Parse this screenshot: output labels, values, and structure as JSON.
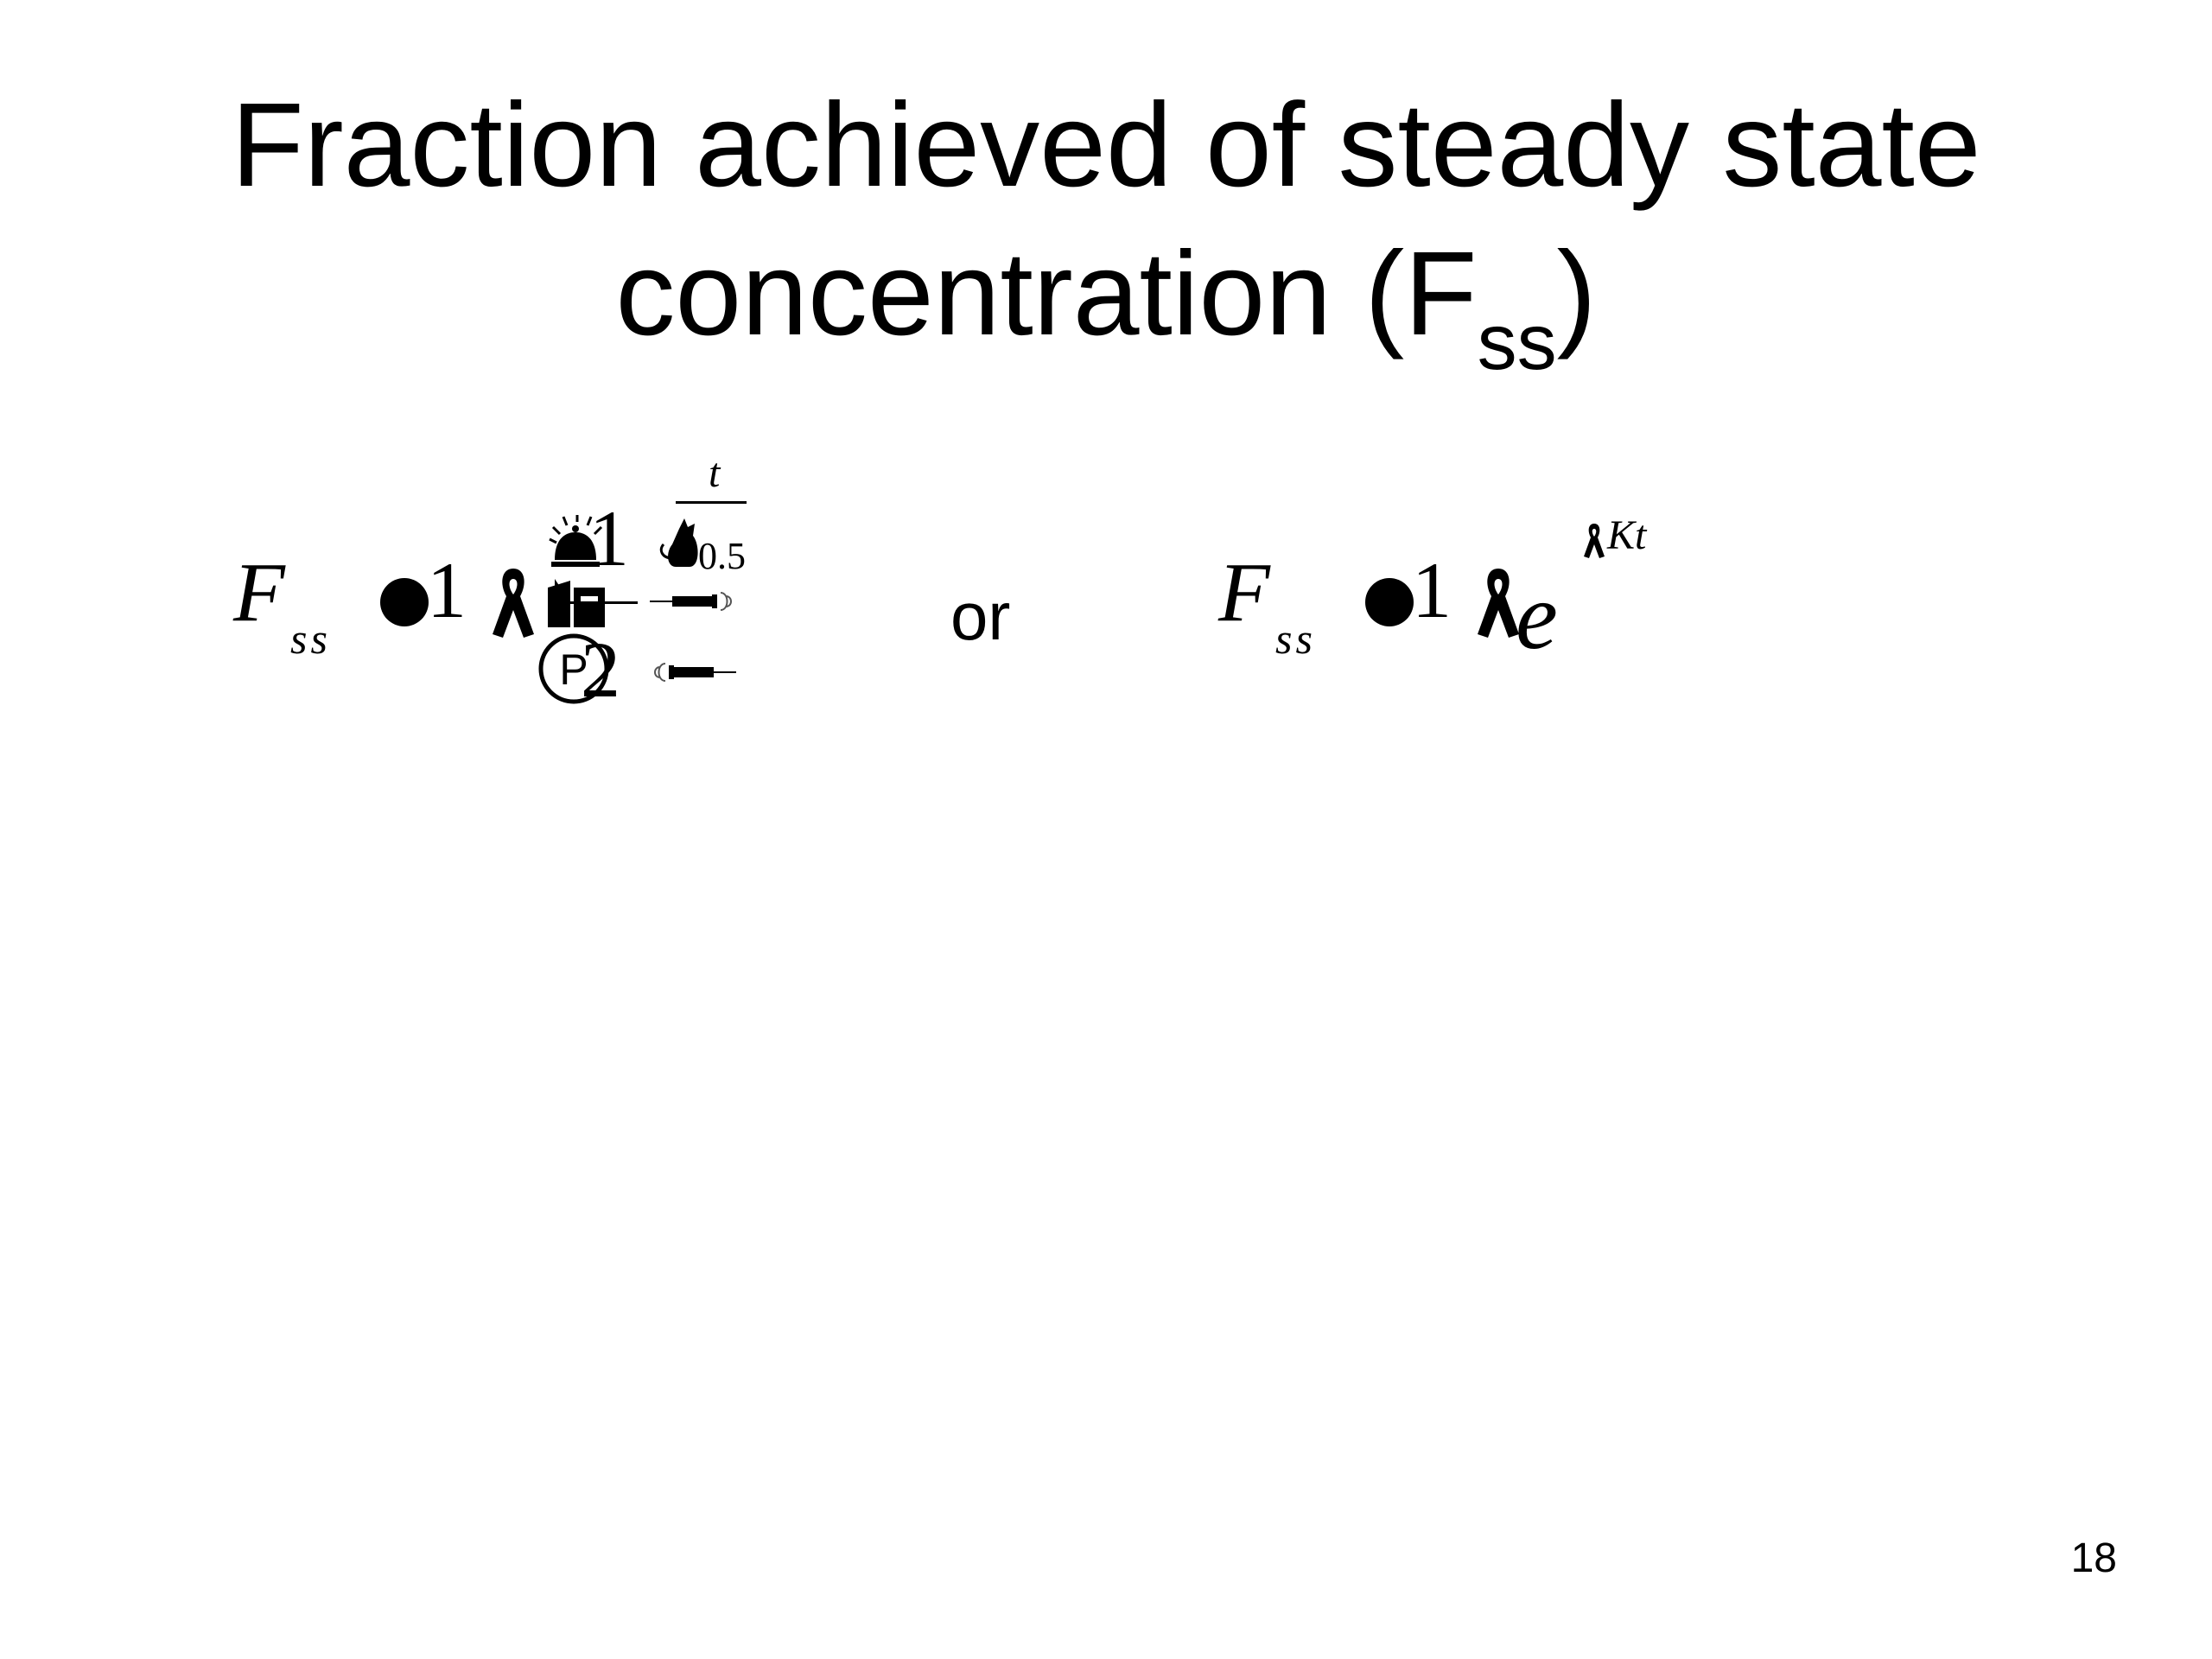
{
  "slide": {
    "title_line1": "Fraction achieved of steady state",
    "title_line2": "concentration (F",
    "title_sub": "ss",
    "title_close": ")",
    "connector": "or",
    "page_number": "18"
  },
  "formula_1": {
    "lhs_var": "F",
    "lhs_sub": "ss",
    "one": "1",
    "exp_numerator": "t",
    "exp_denominator": "0.5",
    "exp_one": "1",
    "exp_two": "2"
  },
  "formula_2": {
    "lhs_var": "F",
    "lhs_sub": "ss",
    "one": "1",
    "base": "e",
    "exponent": "Kt"
  }
}
